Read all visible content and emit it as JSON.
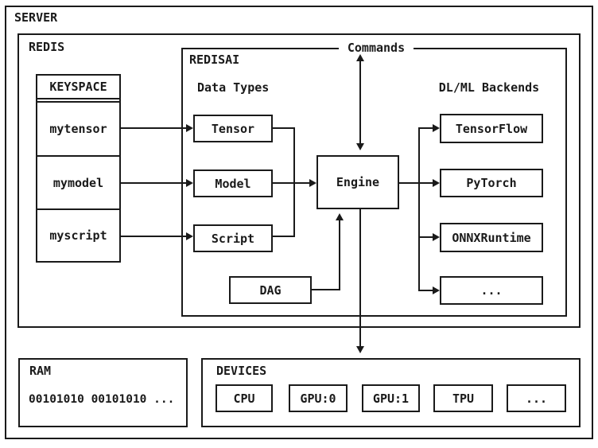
{
  "diagram": {
    "server_label": "SERVER",
    "redis": {
      "label": "REDIS"
    },
    "keyspace": {
      "header": "KEYSPACE",
      "rows": [
        "mytensor",
        "mymodel",
        "myscript"
      ]
    },
    "redisai": {
      "label": "REDISAI",
      "commands_label": "Commands",
      "data_types_label": "Data Types",
      "backends_label": "DL/ML Backends",
      "data_types": [
        "Tensor",
        "Model",
        "Script"
      ],
      "engine_label": "Engine",
      "dag_label": "DAG",
      "backends": [
        "TensorFlow",
        "PyTorch",
        "ONNXRuntime",
        "..."
      ]
    },
    "ram": {
      "label": "RAM",
      "content": "00101010 00101010 ..."
    },
    "devices": {
      "label": "DEVICES",
      "items": [
        "CPU",
        "GPU:0",
        "GPU:1",
        "TPU",
        "..."
      ]
    },
    "colors": {
      "line": "#1a1a1a",
      "background": "#ffffff"
    }
  }
}
